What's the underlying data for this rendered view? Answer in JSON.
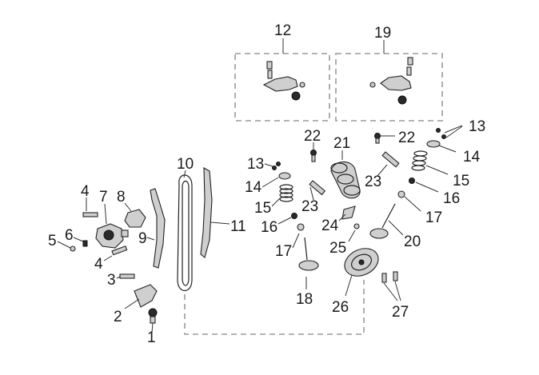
{
  "diagram": {
    "labels": {
      "l1": "1",
      "l2": "2",
      "l3": "3",
      "l4a": "4",
      "l4b": "4",
      "l5": "5",
      "l6": "6",
      "l7": "7",
      "l8": "8",
      "l9": "9",
      "l10": "10",
      "l11": "11",
      "l12": "12",
      "l13a": "13",
      "l13b": "13",
      "l14a": "14",
      "l14b": "14",
      "l15a": "15",
      "l15b": "15",
      "l16a": "16",
      "l16b": "16",
      "l17a": "17",
      "l17b": "17",
      "l18": "18",
      "l19": "19",
      "l20": "20",
      "l21": "21",
      "l22a": "22",
      "l22b": "22",
      "l23a": "23",
      "l23b": "23",
      "l24": "24",
      "l25": "25",
      "l26": "26",
      "l27": "27"
    }
  }
}
